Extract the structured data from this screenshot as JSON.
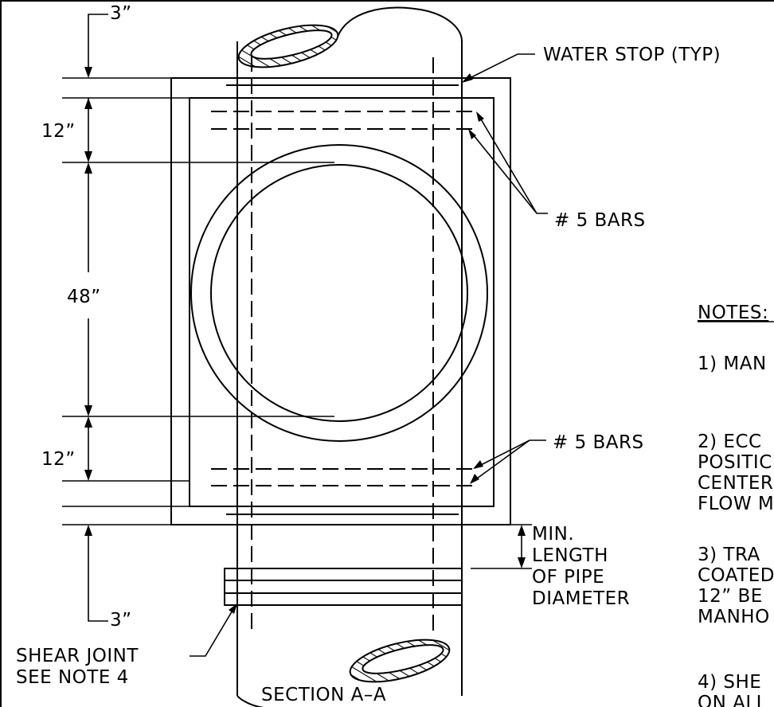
{
  "labels": {
    "water_stop": "WATER STOP (TYP)",
    "bars_top": "# 5 BARS",
    "bars_bottom": "# 5 BARS",
    "min_length_1": "MIN.",
    "min_length_2": "LENGTH",
    "min_length_3": "OF PIPE",
    "min_length_4": "DIAMETER",
    "shear_joint_1": "SHEAR JOINT",
    "shear_joint_2": "SEE NOTE 4",
    "section_title": "SECTION A–A"
  },
  "dimensions": {
    "top_3": "3”",
    "top_12": "12”",
    "mid_48": "48”",
    "bottom_12": "12”",
    "bottom_3": "3”"
  },
  "notes": {
    "heading": "NOTES:",
    "n1": "1) MAN",
    "n2_1": "2) ECC",
    "n2_2": "POSITIC",
    "n2_3": "CENTER",
    "n2_4": "FLOW M",
    "n3_1": "3) TRA",
    "n3_2": "COATED",
    "n3_3": "12” BE",
    "n3_4": "MANHO",
    "n4_1": "4) SHE",
    "n4_2": "ON ALL"
  }
}
